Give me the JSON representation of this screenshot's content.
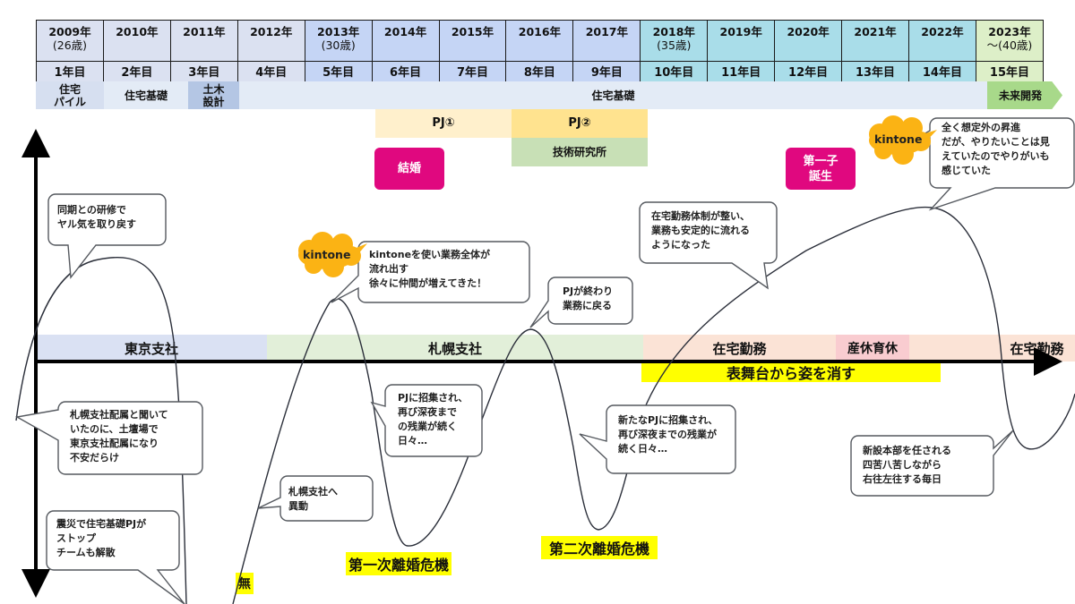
{
  "timeline": {
    "years": [
      {
        "year": "2009年",
        "age": "(26歳)",
        "count": "1年目",
        "color": "#dbe1f1"
      },
      {
        "year": "2010年",
        "age": "",
        "count": "2年目",
        "color": "#dbe1f1"
      },
      {
        "year": "2011年",
        "age": "",
        "count": "3年目",
        "color": "#dbe1f1"
      },
      {
        "year": "2012年",
        "age": "",
        "count": "4年目",
        "color": "#dbe1f1"
      },
      {
        "year": "2013年",
        "age": "(30歳)",
        "count": "5年目",
        "color": "#c5d5f5"
      },
      {
        "year": "2014年",
        "age": "",
        "count": "6年目",
        "color": "#c5d5f5"
      },
      {
        "year": "2015年",
        "age": "",
        "count": "7年目",
        "color": "#c5d5f5"
      },
      {
        "year": "2016年",
        "age": "",
        "count": "8年目",
        "color": "#c5d5f5"
      },
      {
        "year": "2017年",
        "age": "",
        "count": "9年目",
        "color": "#c5d5f5"
      },
      {
        "year": "2018年",
        "age": "(35歳)",
        "count": "10年目",
        "color": "#a9dde9"
      },
      {
        "year": "2019年",
        "age": "",
        "count": "11年目",
        "color": "#a9dde9"
      },
      {
        "year": "2020年",
        "age": "",
        "count": "12年目",
        "color": "#a9dde9"
      },
      {
        "year": "2021年",
        "age": "",
        "count": "13年目",
        "color": "#a9dde9"
      },
      {
        "year": "2022年",
        "age": "",
        "count": "14年目",
        "color": "#a9dde9"
      },
      {
        "year": "2023年",
        "age": "〜(40歳)",
        "count": "15年目",
        "color": "#ddefc8"
      }
    ],
    "work_bands": [
      {
        "label": "住宅\nパイル",
        "color": "#d6dff0"
      },
      {
        "label": "住宅基礎",
        "color": "#e3ebf6"
      },
      {
        "label": "土木\n設計",
        "color": "#b4c6e4"
      },
      {
        "label": "住宅基礎",
        "color": "#e3ebf6"
      },
      {
        "label": "未来開発",
        "color": "#a8d98a"
      }
    ],
    "projects": [
      {
        "label": "PJ①",
        "color": "#fff0cc"
      },
      {
        "label": "PJ②",
        "color": "#ffe38f"
      },
      {
        "label": "技術研究所",
        "color": "#c8e0b6"
      }
    ],
    "life_events": [
      {
        "label": "結婚",
        "color": "#e0087f"
      },
      {
        "label": "第一子\n誕生",
        "color": "#e0087f"
      }
    ]
  },
  "locations": [
    {
      "label": "東京支社",
      "color": "#dae1f3"
    },
    {
      "label": "札幌支社",
      "color": "#e2efd9"
    },
    {
      "label": "在宅勤務",
      "color": "#fbe3d6"
    },
    {
      "label": "産休育休",
      "color": "#f9ccd0"
    },
    {
      "label": "在宅勤務",
      "color": "#fbe3d6"
    }
  ],
  "highlights": [
    {
      "label": "表舞台から姿を消す"
    },
    {
      "label": "無"
    },
    {
      "label": "第一次離婚危機"
    },
    {
      "label": "第二次離婚危機"
    }
  ],
  "kintone_badges": [
    "kintone",
    "kintone"
  ],
  "callouts": [
    {
      "id": "c1",
      "text": "同期との研修で\nヤル気を取り戻す"
    },
    {
      "id": "c2",
      "text": "札幌支社配属と聞いて\nいたのに、土壇場で\n東京支社配属になり\n不安だらけ"
    },
    {
      "id": "c3",
      "text": "震災で住宅基礎PJが\nストップ\nチームも解散"
    },
    {
      "id": "c4",
      "text": "札幌支社へ\n異動"
    },
    {
      "id": "c5",
      "text": "kintoneを使い業務全体が\n流れ出す\n徐々に仲間が増えてきた！"
    },
    {
      "id": "c6",
      "text": "PJに招集され、\n再び深夜まで\nの残業が続く\n日々…"
    },
    {
      "id": "c7",
      "text": "PJが終わり\n業務に戻る"
    },
    {
      "id": "c8",
      "text": "新たなPJに招集され、\n再び深夜までの残業が\n続く日々…"
    },
    {
      "id": "c9",
      "text": "在宅勤務体制が整い、\n業務も安定的に流れる\nようになった"
    },
    {
      "id": "c10",
      "text": "全く想定外の昇進\nだが、やりたいことは見\nえていたのでやりがいも\n感じていた"
    },
    {
      "id": "c11",
      "text": "新設本部を任される\n四苦八苦しながら\n右往左往する毎日"
    }
  ]
}
